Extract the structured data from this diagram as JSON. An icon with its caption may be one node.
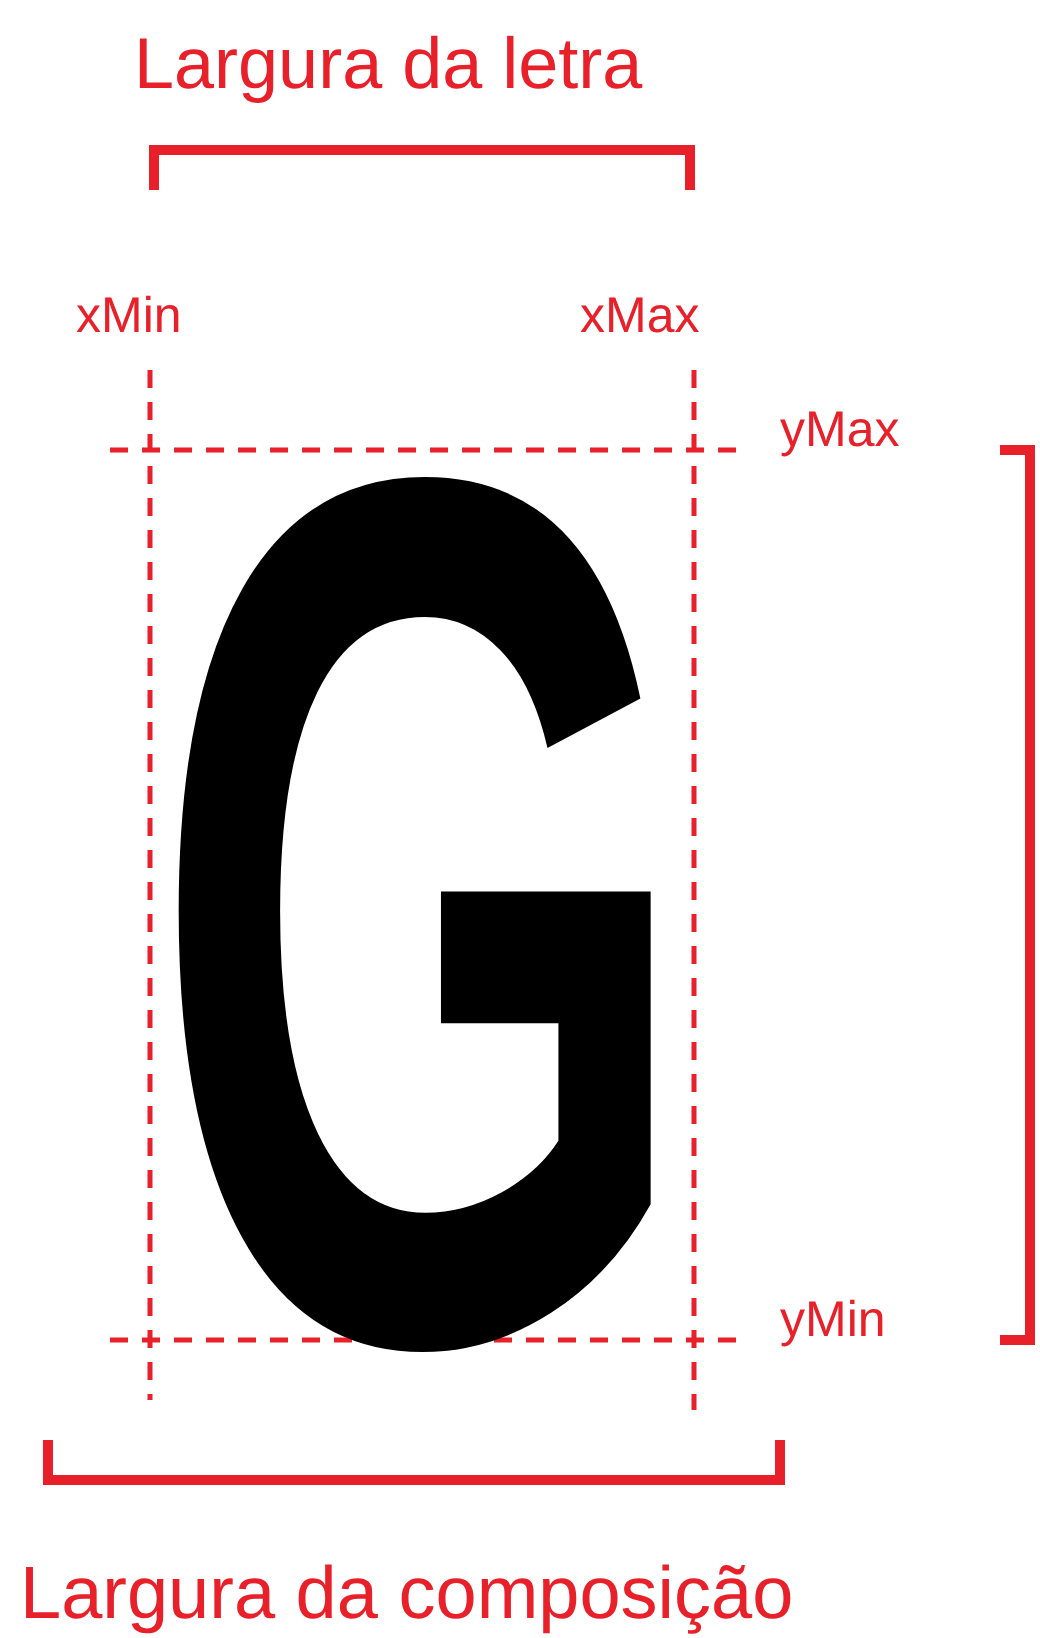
{
  "diagram": {
    "labels": [
      "Largura da letra",
      "xMin",
      "xMax",
      "yMax",
      "G",
      "yMin",
      "Largura da composição"
    ]
  }
}
